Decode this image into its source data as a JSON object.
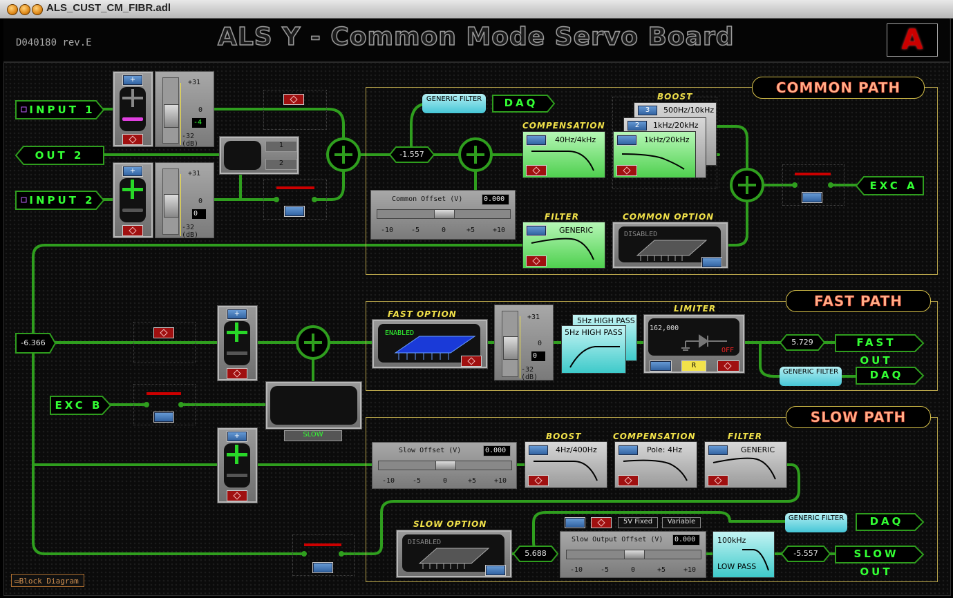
{
  "window": {
    "title": "ALS_CUST_CM_FIBR.adl"
  },
  "header": {
    "title": "ALS Y - Common Mode Servo Board",
    "revision": "D040180 rev.E",
    "logo": "A"
  },
  "inputs": {
    "input1": {
      "label": "INPUT 1",
      "gain_max": "+31",
      "gain_zero": "0",
      "gain_min": "-32 (dB)",
      "gain_value": "-4",
      "plus": "+",
      "minus": "−"
    },
    "input2": {
      "label": "INPUT 2",
      "gain_max": "+31",
      "gain_zero": "0",
      "gain_min": "-32 (dB)",
      "gain_value": "0",
      "plus": "+",
      "minus": "−"
    },
    "out2": {
      "label": "OUT 2"
    },
    "out2_sel": [
      "1",
      "2"
    ]
  },
  "common_path": {
    "title": "COMMON PATH",
    "generic_filter": "GENERIC FILTER",
    "daq": "DAQ",
    "sum_readout": "-1.557",
    "offset": {
      "label": "Common Offset (V)",
      "value": "0.000",
      "ticks": [
        "-10",
        "-5",
        "0",
        "+5",
        "+10"
      ]
    },
    "compensation": {
      "label": "COMPENSATION",
      "filter": "40Hz/4kHz"
    },
    "boost": {
      "label": "BOOST",
      "stages": [
        {
          "num": "3",
          "name": "500Hz/10kHz"
        },
        {
          "num": "2",
          "name": "1kHz/20kHz"
        },
        {
          "num": "",
          "name": "1kHz/20kHz"
        }
      ]
    },
    "filter": {
      "label": "FILTER",
      "name": "GENERIC"
    },
    "option": {
      "label": "COMMON OPTION",
      "state": "DISABLED"
    },
    "exc_a": "EXC A"
  },
  "fast_path": {
    "title": "FAST PATH",
    "junction_readout": "-6.366",
    "option": {
      "label": "FAST OPTION",
      "state": "ENABLED"
    },
    "gain": {
      "max": "+31",
      "zero": "0",
      "min": "-32 (dB)",
      "value": "0"
    },
    "high_pass": [
      "5Hz HIGH PASS",
      "5Hz HIGH PASS"
    ],
    "limiter": {
      "label": "LIMITER",
      "value": "162,000",
      "state": "OFF",
      "reset": "R"
    },
    "fast_out_readout": "5.729",
    "fast_out": "FAST OUT",
    "generic_filter": "GENERIC FILTER",
    "daq": "DAQ",
    "exc_b": "EXC B",
    "slow_btn": "SLOW"
  },
  "slow_path": {
    "title": "SLOW PATH",
    "offset": {
      "label": "Slow Offset (V)",
      "value": "0.000",
      "ticks": [
        "-10",
        "-5",
        "0",
        "+5",
        "+10"
      ]
    },
    "boost": {
      "label": "BOOST",
      "filter": "4Hz/400Hz"
    },
    "compensation": {
      "label": "COMPENSATION",
      "filter": "Pole: 4Hz"
    },
    "filter": {
      "label": "FILTER",
      "name": "GENERIC"
    },
    "generic_filter": "GENERIC FILTER",
    "daq": "DAQ",
    "option": {
      "label": "SLOW OPTION",
      "state": "DISABLED"
    },
    "option_readout": "5.688",
    "mode_fixed": "5V Fixed",
    "mode_variable": "Variable",
    "output_offset": {
      "label": "Slow Output Offset (V)",
      "value": "0.000",
      "ticks": [
        "-10",
        "-5",
        "0",
        "+5",
        "+10"
      ]
    },
    "lowpass": {
      "freq": "100kHz",
      "type": "LOW PASS"
    },
    "slow_out_readout": "-5.557",
    "slow_out": "SLOW OUT"
  },
  "footer": {
    "block_diagram": "Block Diagram"
  },
  "colors": {
    "wire": "#2f9e1e",
    "label_green": "#33ff33",
    "section_text": "#ffb08a",
    "accent_yellow": "#f2e24a"
  }
}
